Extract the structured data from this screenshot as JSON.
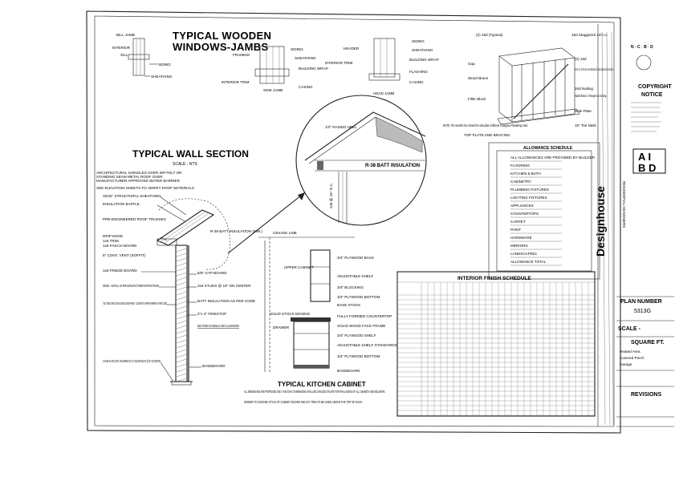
{
  "sheet": {
    "window_jambs": {
      "title_line1": "TYPICAL WOODEN",
      "title_line2": "WINDOWS-JAMBS",
      "labels": [
        "BILL JAMB",
        "INTERIOR",
        "SILL",
        "SIDING",
        "SHEATHING",
        "FRAMING",
        "SIDING",
        "SHEATHING",
        "BUILDING WRAP",
        "INTERIOR TRIM",
        "CASING",
        "SIDE JAMB",
        "HEADER",
        "SIDING",
        "SHEATHING",
        "BUILDING WRAP",
        "INTERIOR TRIM",
        "FLASHING",
        "CASING",
        "HEAD JAMB"
      ]
    },
    "wall_section": {
      "title": "TYPICAL WALL SECTION",
      "scale": "SCALE - NTS",
      "callouts_left": [
        "ARCHITECTURAL SHINGLES OVER 30# FELT OR",
        "STANDING SEAM METAL ROOF OVER",
        "MANUFACTURER APPROVED WATER BARRIER",
        "SEE ELEVATION SHEETS TO VERIFY ROOF MATERIALS",
        "15/32\" STRUCTURAL SHEATHING",
        "INSULATION BAFFLE",
        "PRE-ENGINEERED ROOF TRUSSES",
        "DRIP EDGE",
        "1x6 TRIM",
        "1x8 FASCIA BOARD",
        "8\" CONT. VENT (SOFFIT)",
        "1x6 FRIEZE BOARD",
        "SIDING - INSTALL AS PER MANUFACTURER INSTRUCTIONS",
        "7/16\" OSB STRUCTURAL WOOD SHEATHING - COVER W/ VAPOR BARRIER AS PER CODE",
        "2\" BASE PLATE CONT. ANCHORED W/ 1/2\" ANCHOR BOLTS @ 32\" ON CENTER"
      ],
      "callouts_right": [
        "R-38 BATT INSULATION (MIN.)",
        "5/8\" GYP BOARD",
        "2x6 STUDS @ 16\" ON CENTER",
        "BATT INSULATION AS PER CODE",
        "2\"x 4\" FIRESTOP",
        "SEE FINISH SCHEDULE AND ALLOWANCES",
        "BASEBOARD"
      ],
      "detail_labels": [
        "1/2\" RAISED HEEL",
        "R-38 BATT INSULATION",
        "2x6 @ 16\" O.C."
      ]
    },
    "bracing": {
      "labels": [
        "(2) 16d (Typical)",
        "16d Staggered 16\"o.c.",
        "(2) 16d",
        "2x4 Min. or 1 1/8\" wide 16 Ga. Steel Strap Brace @ 45 deg. Nailed panel 4ft after splices",
        "Gap",
        "Wood Brace",
        "16d Nailing",
        "Nailed Brace 2 Stringers at 45 deg.",
        "Filler Block",
        "Sole Plate",
        "16\" Toe Nails"
      ],
      "note": "NOTE: The transfer line should be sole plate sufficient if diagonal sheathing used.",
      "caption": "TOP PLATE AND BRACING"
    },
    "allowance": {
      "title": "ALLOWANCE SCHEDULE",
      "items": [
        "ALL ALLOWANCES ARE PROVIDED BY BUILDER",
        "FLOORING",
        "KITCHEN & BATH",
        "CABINETRY",
        "PLUMBING FIXTURES",
        "LIGHTING FIXTURES",
        "APPLIANCES",
        "COUNTERTOPS",
        "CARPET",
        "PAINT",
        "HARDWARE",
        "MIRRORS",
        "LANDSCAPING",
        "ALLOWANCE TOTAL"
      ]
    },
    "cabinet": {
      "title": "TYPICAL KITCHEN CABINET",
      "labels": [
        "CEILING LINE",
        "3/4\" PLYWOOD BACK",
        "UPPER CABINET",
        "ADJUSTABLE SHELF",
        "3/4\" BLOCKING",
        "FULLY FORMED COUNTERTOP",
        "3/4\" PLYWOOD BOTTOM",
        "BASE STOCK",
        "ADJUSTABLE SHELF STANDARDS",
        "3/4\" PLYWOOD SHELF",
        "SOLID WOOD FACE FRAME",
        "3/4\" PLYWOOD BOTTOM",
        "BASEBOARD",
        "DRAWER",
        "SOLID STOCK EDGING"
      ],
      "notes": [
        "ALL DIMENSIONS ARE PROPOSED ONLY. THE EXACT DIMENSIONS SHALL BE CHECKED ON SITE FOR FINAL SIZING OF ALL CABINETS AND MILLWORK.",
        "OWNER TO CHOOSE STYLE OF CABINET DOORS AND 3/4\" TRIM TO BE USED ABOVE THE TOP OF EACH."
      ]
    },
    "finish": {
      "title": "INTERIOR FINISH SCHEDULE"
    },
    "title_block": {
      "ncbd": "N · C · B · D",
      "copyright1": "COPYRIGHT",
      "copyright2": "NOTICE",
      "aibd_top": "A I",
      "aibd_bottom": "B D",
      "firm": "Designhouse",
      "firm_sub": "RESIDENTIAL DESIGNERS",
      "plan_number_label": "PLAN NUMBER",
      "plan_number": "5313G",
      "scale_label": "SCALE -",
      "sqft_label": "SQUARE FT.",
      "sqft_rows": [
        "Heated Area",
        "Covered Porch",
        "Garage"
      ],
      "revisions_label": "REVISIONS"
    }
  }
}
